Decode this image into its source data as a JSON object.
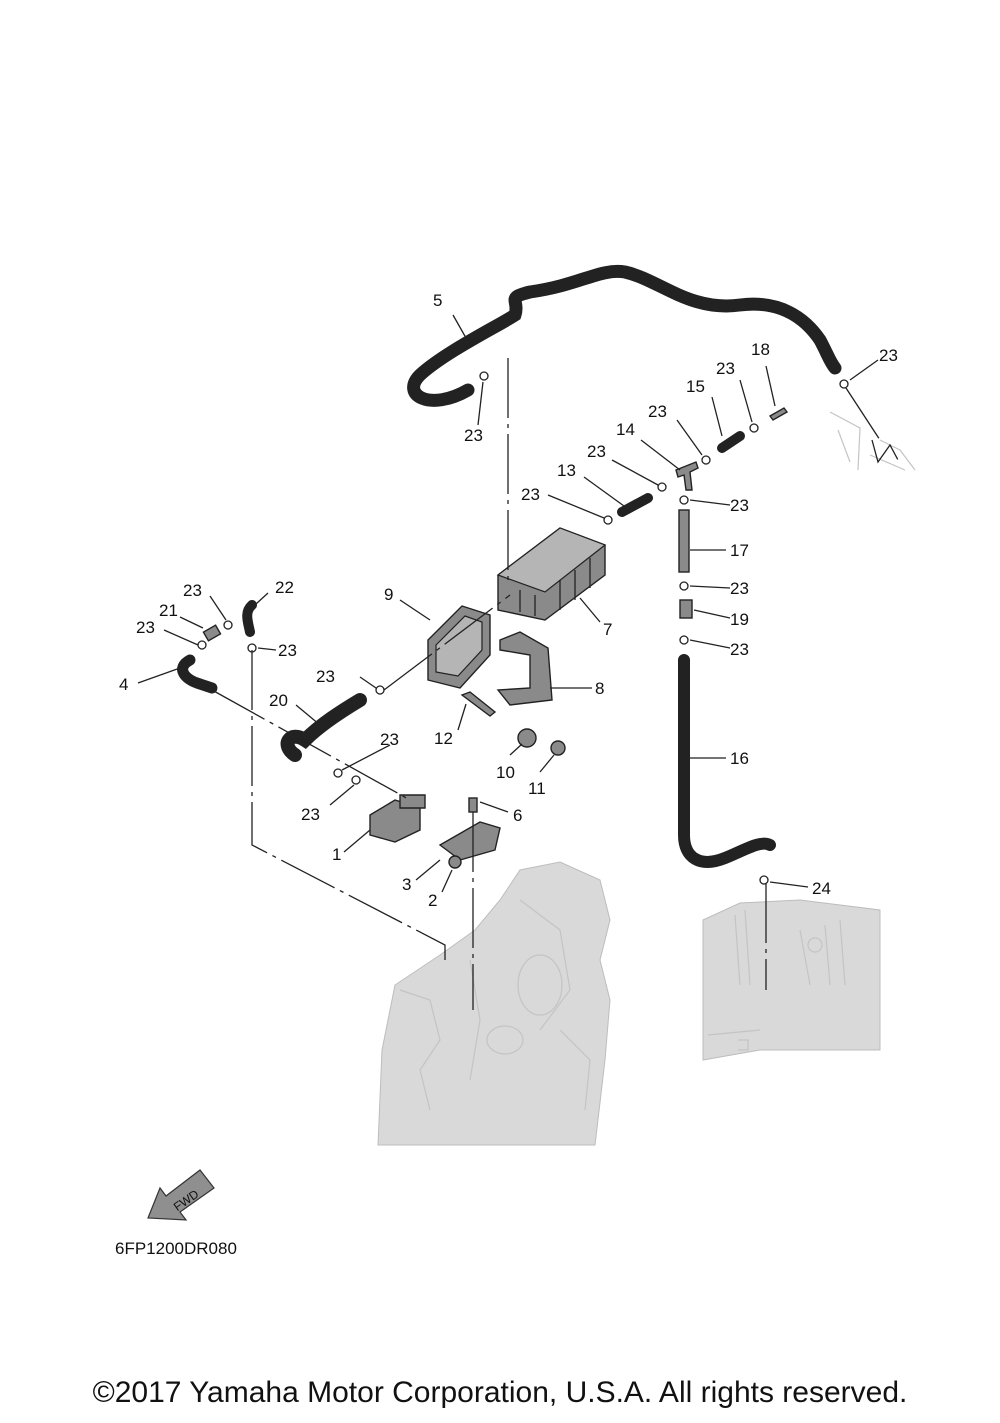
{
  "diagram": {
    "code": "6FP1200DR080",
    "fwd_label": "FWD",
    "part_labels": {
      "p1": "1",
      "p2": "2",
      "p3": "3",
      "p4": "4",
      "p5": "5",
      "p6": "6",
      "p7": "7",
      "p8": "8",
      "p9": "9",
      "p10": "10",
      "p11": "11",
      "p12": "12",
      "p13": "13",
      "p14": "14",
      "p15": "15",
      "p16": "16",
      "p17": "17",
      "p18": "18",
      "p19": "19",
      "p20": "20",
      "p21": "21",
      "p22": "22",
      "p23": "23",
      "p24": "24"
    }
  },
  "footer": {
    "copyright": "©2017 Yamaha Motor Corporation, U.S.A. All rights reserved."
  }
}
